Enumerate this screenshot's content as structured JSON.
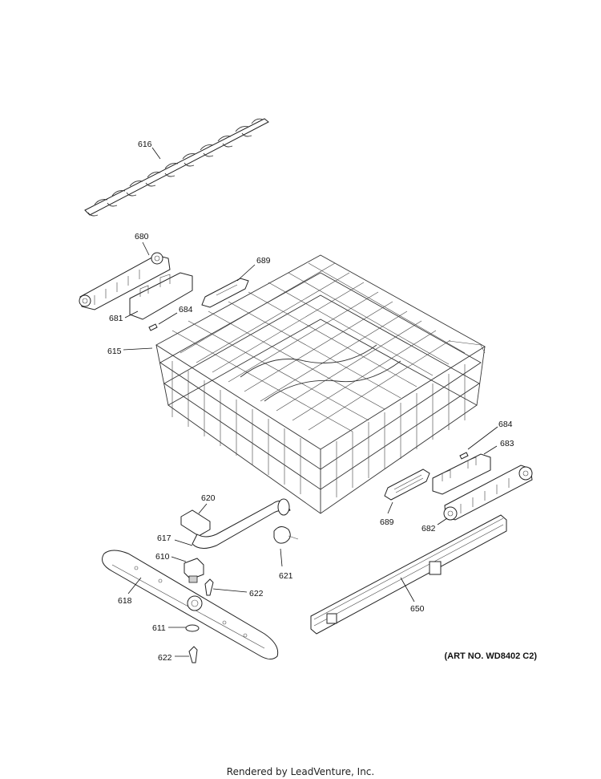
{
  "title": "",
  "art_number": "(ART NO. WD8402 C2)",
  "footer": "Rendered by LeadVenture, Inc.",
  "callouts": {
    "c616": "616",
    "c680": "680",
    "c681": "681",
    "c684a": "684",
    "c689a": "689",
    "c615": "615",
    "c684b": "684",
    "c683": "683",
    "c620": "620",
    "c617": "617",
    "c610": "610",
    "c621": "621",
    "c689b": "689",
    "c682": "682",
    "c618": "618",
    "c622a": "622",
    "c650": "650",
    "c611": "611",
    "c622b": "622"
  }
}
